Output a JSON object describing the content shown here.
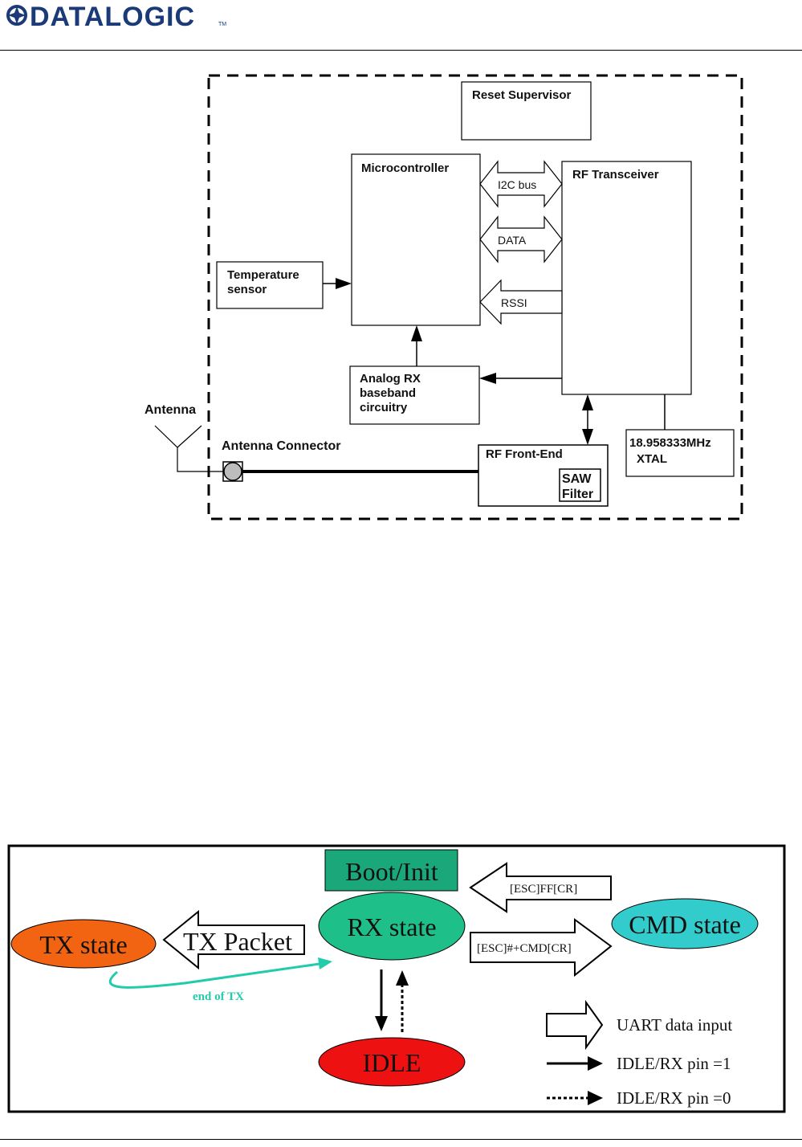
{
  "header": {
    "logo_text": "DATALOGIC",
    "trademark": "TM",
    "brand_color": "#1b3a78"
  },
  "block_diagram": {
    "reset_supervisor": "Reset Supervisor",
    "microcontroller": "Microcontroller",
    "rf_transceiver": "RF Transceiver",
    "i2c_bus": "I2C bus",
    "data_bus": "DATA",
    "rssi": "RSSI",
    "temperature_sensor": [
      "Temperature",
      "sensor"
    ],
    "analog_rx": [
      "Analog RX",
      "baseband",
      "circuitry"
    ],
    "antenna": "Antenna",
    "antenna_connector": "Antenna Connector",
    "rf_front_end": "RF Front-End",
    "saw_filter": [
      "SAW",
      "Filter"
    ],
    "xtal": [
      "18.958333MHz",
      "XTAL"
    ]
  },
  "state_diagram": {
    "boot_init": "Boot/Init",
    "rx_state": "RX state",
    "tx_state": "TX state",
    "cmd_state": "CMD state",
    "idle": "IDLE",
    "tx_packet": "TX Packet",
    "esc_ff_cr": "[ESC]FF[CR]",
    "esc_cmd_cr": "[ESC]#+CMD[CR]",
    "end_of_tx": "end of TX",
    "legend": {
      "uart_data_input": "UART data input",
      "pin_1": "IDLE/RX pin =1",
      "pin_0": "IDLE/RX pin =0"
    },
    "colors": {
      "boot_init": "#1aa87a",
      "rx_state": "#1fbf8a",
      "tx_state": "#f26411",
      "cmd_state": "#33cccc",
      "idle": "#ee1111",
      "end_of_tx": "#22ccaa"
    }
  }
}
